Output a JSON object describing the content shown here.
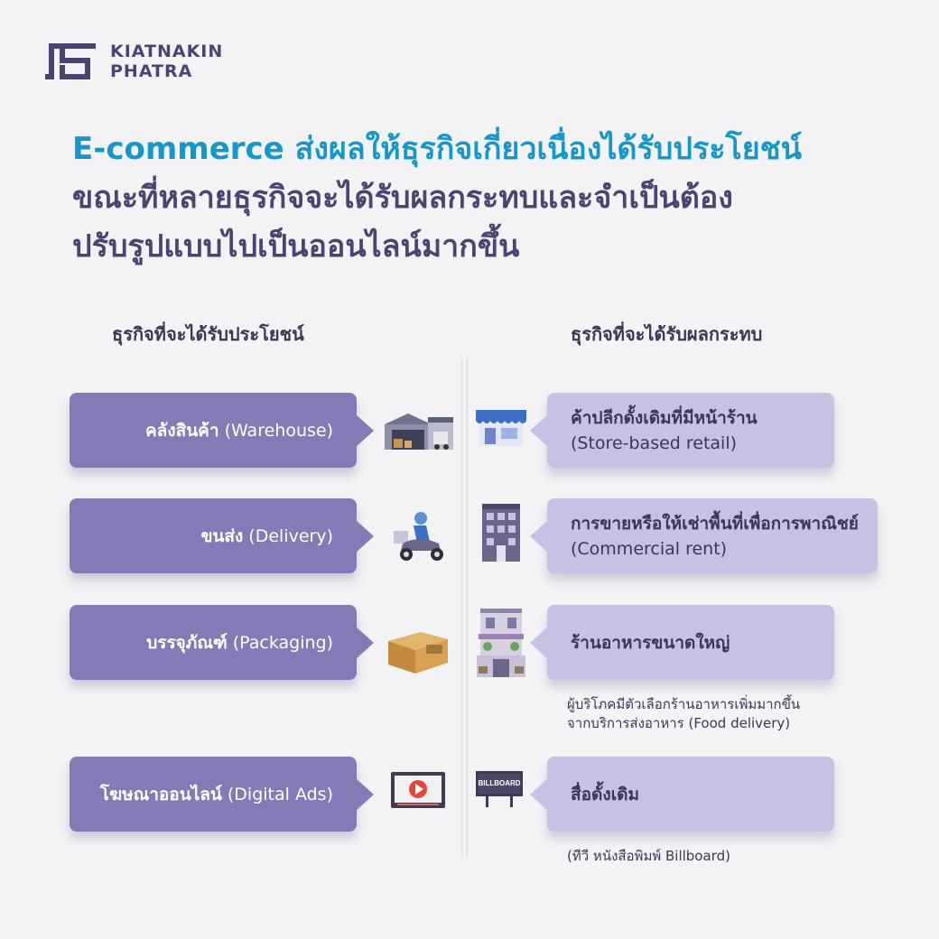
{
  "brand": {
    "line1": "KIATNAKIN",
    "line2": "PHATRA",
    "color": "#4b4372"
  },
  "headline": {
    "line1": "E-commerce ส่งผลให้ธุรกิจเกี่ยวเนื่องได้รับประโยชน์",
    "line2": "ขณะที่หลายธุรกิจจะได้รับผลกระทบและจำเป็นต้อง",
    "line3": "ปรับรูปแบบไปเป็นออนไลน์มากขึ้น",
    "accent_color": "#1597c9"
  },
  "left_column": {
    "title": "ธุรกิจที่จะได้รับประโยชน์",
    "items": [
      {
        "thai": "คลังสินค้า",
        "en": "(Warehouse)",
        "icon": "warehouse-icon"
      },
      {
        "thai": "ขนส่ง",
        "en": "(Delivery)",
        "icon": "delivery-scooter-icon"
      },
      {
        "thai": "บรรจุภัณฑ์",
        "en": "(Packaging)",
        "icon": "package-box-icon"
      },
      {
        "thai": "โฆษณาออนไลน์",
        "en": "(Digital Ads)",
        "icon": "video-ad-icon"
      }
    ]
  },
  "right_column": {
    "title": "ธุรกิจที่จะได้รับผลกระทบ",
    "items": [
      {
        "thai": "ค้าปลีกดั้งเดิมที่มีหน้าร้าน",
        "en": "(Store-based retail)",
        "icon": "storefront-icon",
        "note": ""
      },
      {
        "thai": "การขายหรือให้เช่าพื้นที่เพื่อการพาณิชย์",
        "en": "(Commercial rent)",
        "icon": "office-building-icon",
        "note": ""
      },
      {
        "thai": "ร้านอาหารขนาดใหญ่",
        "en": "",
        "icon": "restaurant-icon",
        "note_line1": "ผู้บริโภคมีตัวเลือกร้านอาหารเพิ่มมากขึ้น",
        "note_line2": "จากบริการส่งอาหาร (Food delivery)"
      },
      {
        "thai": "สื่อดั้งเดิม",
        "en": "",
        "icon": "billboard-icon",
        "billboard_label": "BILLBOARD",
        "note_line1": "(ทีวี หนังสือพิมพ์ Billboard)"
      }
    ]
  },
  "colors": {
    "left_box": "#827bb6",
    "right_box": "#c6c2e3",
    "text_dark": "#3d3558",
    "background": "#f3f2f5"
  }
}
